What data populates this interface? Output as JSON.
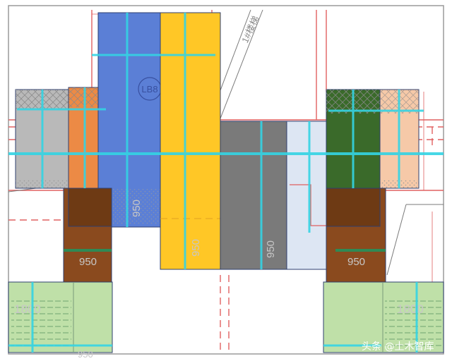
{
  "labels": {
    "beam_tag": "LB8",
    "dim_950_a": "950",
    "dim_950_b": "950",
    "dim_950_c": "950",
    "dim_950_d": "950",
    "dim_950_e": "950",
    "dim_1800_left": "1800",
    "dim_1800_right": "1800",
    "dim_950_bottom_left": "950",
    "stair_note": "1#楼梯",
    "watermark": "头条 @土木智库"
  },
  "colors": {
    "blue": "#5b7fd6",
    "yellow": "#ffc726",
    "grey": "#7a7a7a",
    "light_grey": "#b9b9b9",
    "pale_blue": "#dde6f3",
    "orange": "#ec8a45",
    "brown": "#8a4a1e",
    "dark_green": "#3a6a2a",
    "peach": "#f6c9a8",
    "light_green": "#bfe0a8",
    "cyan": "#34d4e4",
    "red_line": "#e06060"
  }
}
